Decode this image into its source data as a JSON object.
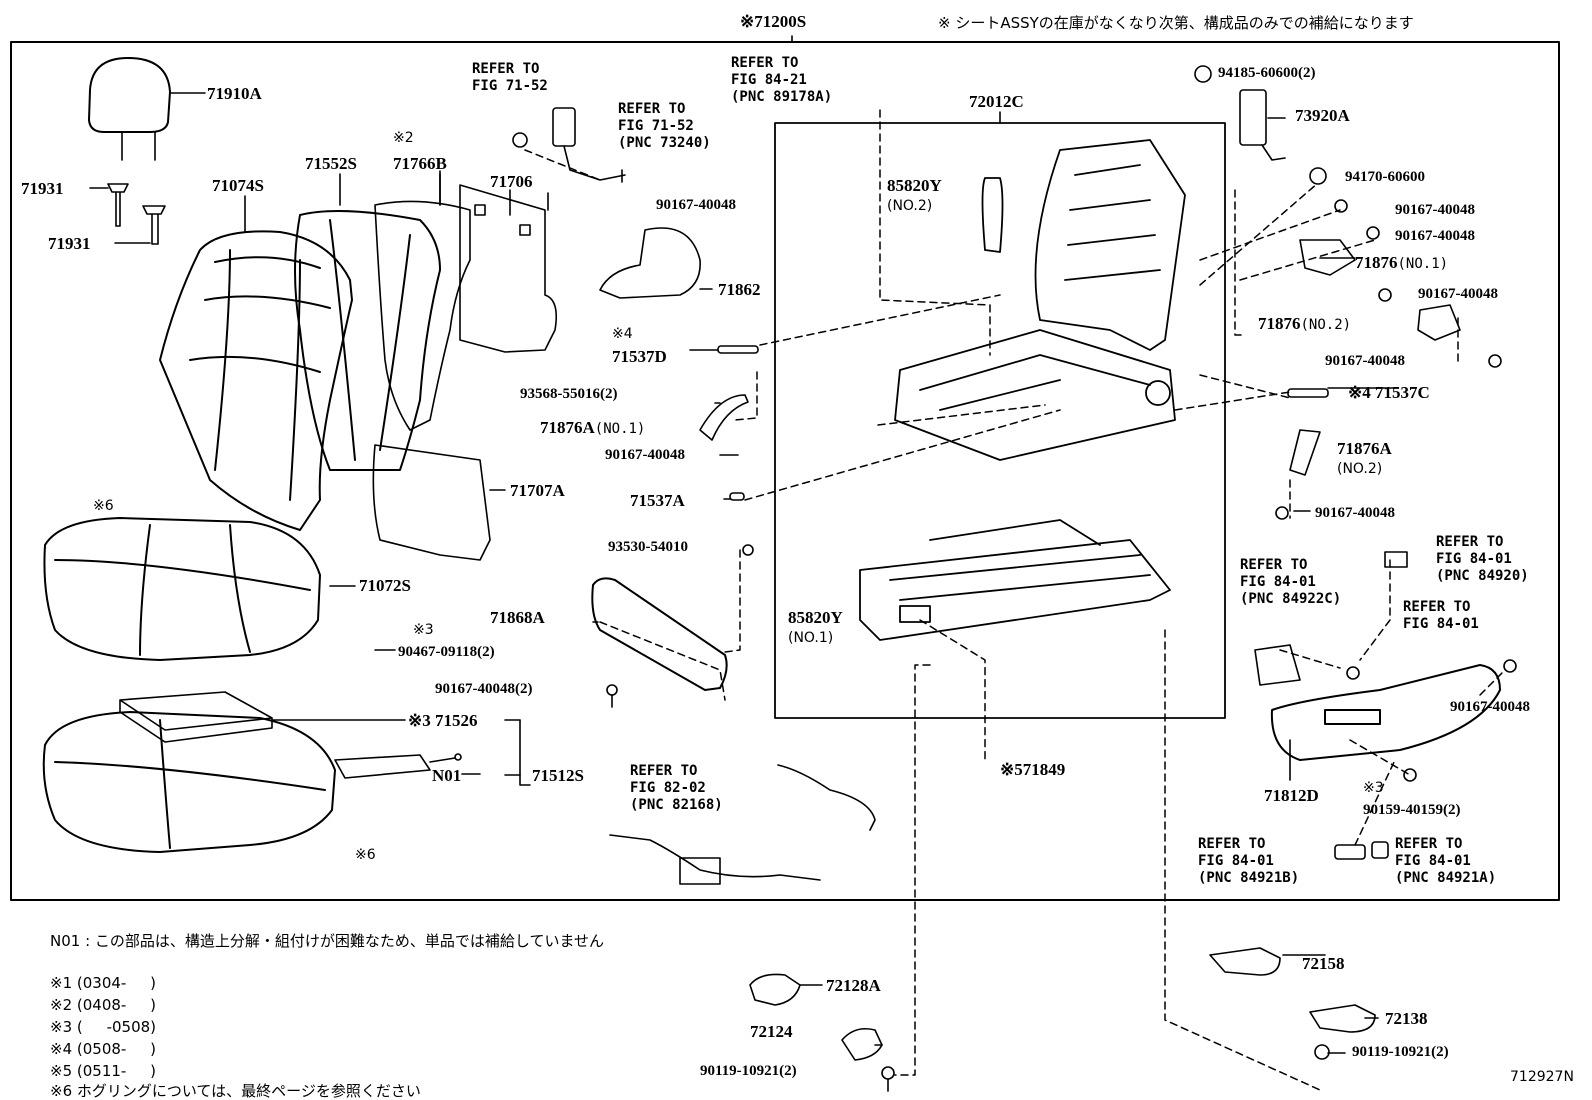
{
  "header": {
    "assy": "※71200S",
    "note": "※ シートASSYの在庫がなくなり次第、構成品のみでの補給になります"
  },
  "parts": {
    "p71910A": "71910A",
    "p71931a": "71931",
    "p71931b": "71931",
    "p71074S": "71074S",
    "p71552S": "71552S",
    "p71766B_mark": "※2",
    "p71766B": "71766B",
    "p71706": "71706",
    "p71707A": "71707A",
    "p71072S": "71072S",
    "p6a": "※6",
    "p90467_mark": "※3",
    "p90467": "90467-09118(2)",
    "p71526": "※3 71526",
    "pN01": "N01",
    "p71512S": "71512S",
    "p6b": "※6",
    "p90167_top": "90167-40048",
    "p71862": "71862",
    "p71537D_mark": "※4",
    "p71537D": "71537D",
    "p93568": "93568-55016(2)",
    "p71876A1": "71876A",
    "p71876A1_no": "(NO.1)",
    "p90167_mid": "90167-40048",
    "p71537A": "71537A",
    "p93530": "93530-54010",
    "p71868A": "71868A",
    "p90167_2": "90167-40048(2)",
    "p72012C": "72012C",
    "p85820Y_a": "85820Y",
    "p85820Y_a_no": "(NO.2)",
    "p85820Y_b": "85820Y",
    "p85820Y_b_no": "(NO.1)",
    "p571849": "※571849",
    "p94185": "94185-60600(2)",
    "p73920A": "73920A",
    "p94170": "94170-60600",
    "p90167_r1": "90167-40048",
    "p90167_r2": "90167-40048",
    "p71876_1": "71876",
    "p71876_1_no": "(NO.1)",
    "p90167_r3": "90167-40048",
    "p71876_2": "71876",
    "p71876_2_no": "(NO.2)",
    "p90167_r4": "90167-40048",
    "p71537C": "※4 71537C",
    "p71876A2": "71876A",
    "p71876A2_no": "(NO.2)",
    "p90167_r5": "90167-40048",
    "p90167_r6": "90167-40048",
    "p71812D": "71812D",
    "p90159_mark": "※3",
    "p90159": "90159-40159(2)",
    "p72158": "72158",
    "p72138": "72138",
    "p90119_r": "90119-10921(2)",
    "p72128A": "72128A",
    "p72124": "72124",
    "p90119_l": "90119-10921(2)"
  },
  "refs": {
    "r_7152_a": "REFER TO\nFIG 71-52",
    "r_7152_b": "REFER TO\nFIG 71-52\n(PNC 73240)",
    "r_8421": "REFER TO\nFIG 84-21\n(PNC 89178A)",
    "r_8202": "REFER TO\nFIG 82-02\n(PNC 82168)",
    "r_84922C": "REFER TO\nFIG 84-01\n(PNC 84922C)",
    "r_84920": "REFER TO\nFIG 84-01\n(PNC 84920)",
    "r_8401": "REFER TO\nFIG 84-01",
    "r_84921B": "REFER TO\nFIG 84-01\n(PNC 84921B)",
    "r_84921A": "REFER TO\nFIG 84-01\n(PNC 84921A)"
  },
  "footnotes": {
    "n01": "N01 : この部品は、構造上分解・組付けが困難なため、単品では補給していません",
    "f1": "※1 (0304-     )",
    "f2": "※2 (0408-     )",
    "f3": "※3 (     -0508)",
    "f4": "※4 (0508-     )",
    "f5": "※5 (0511-     )",
    "f6": "※6 ホグリングについては、最終ページを参照ください"
  },
  "figure_id": "712927N"
}
